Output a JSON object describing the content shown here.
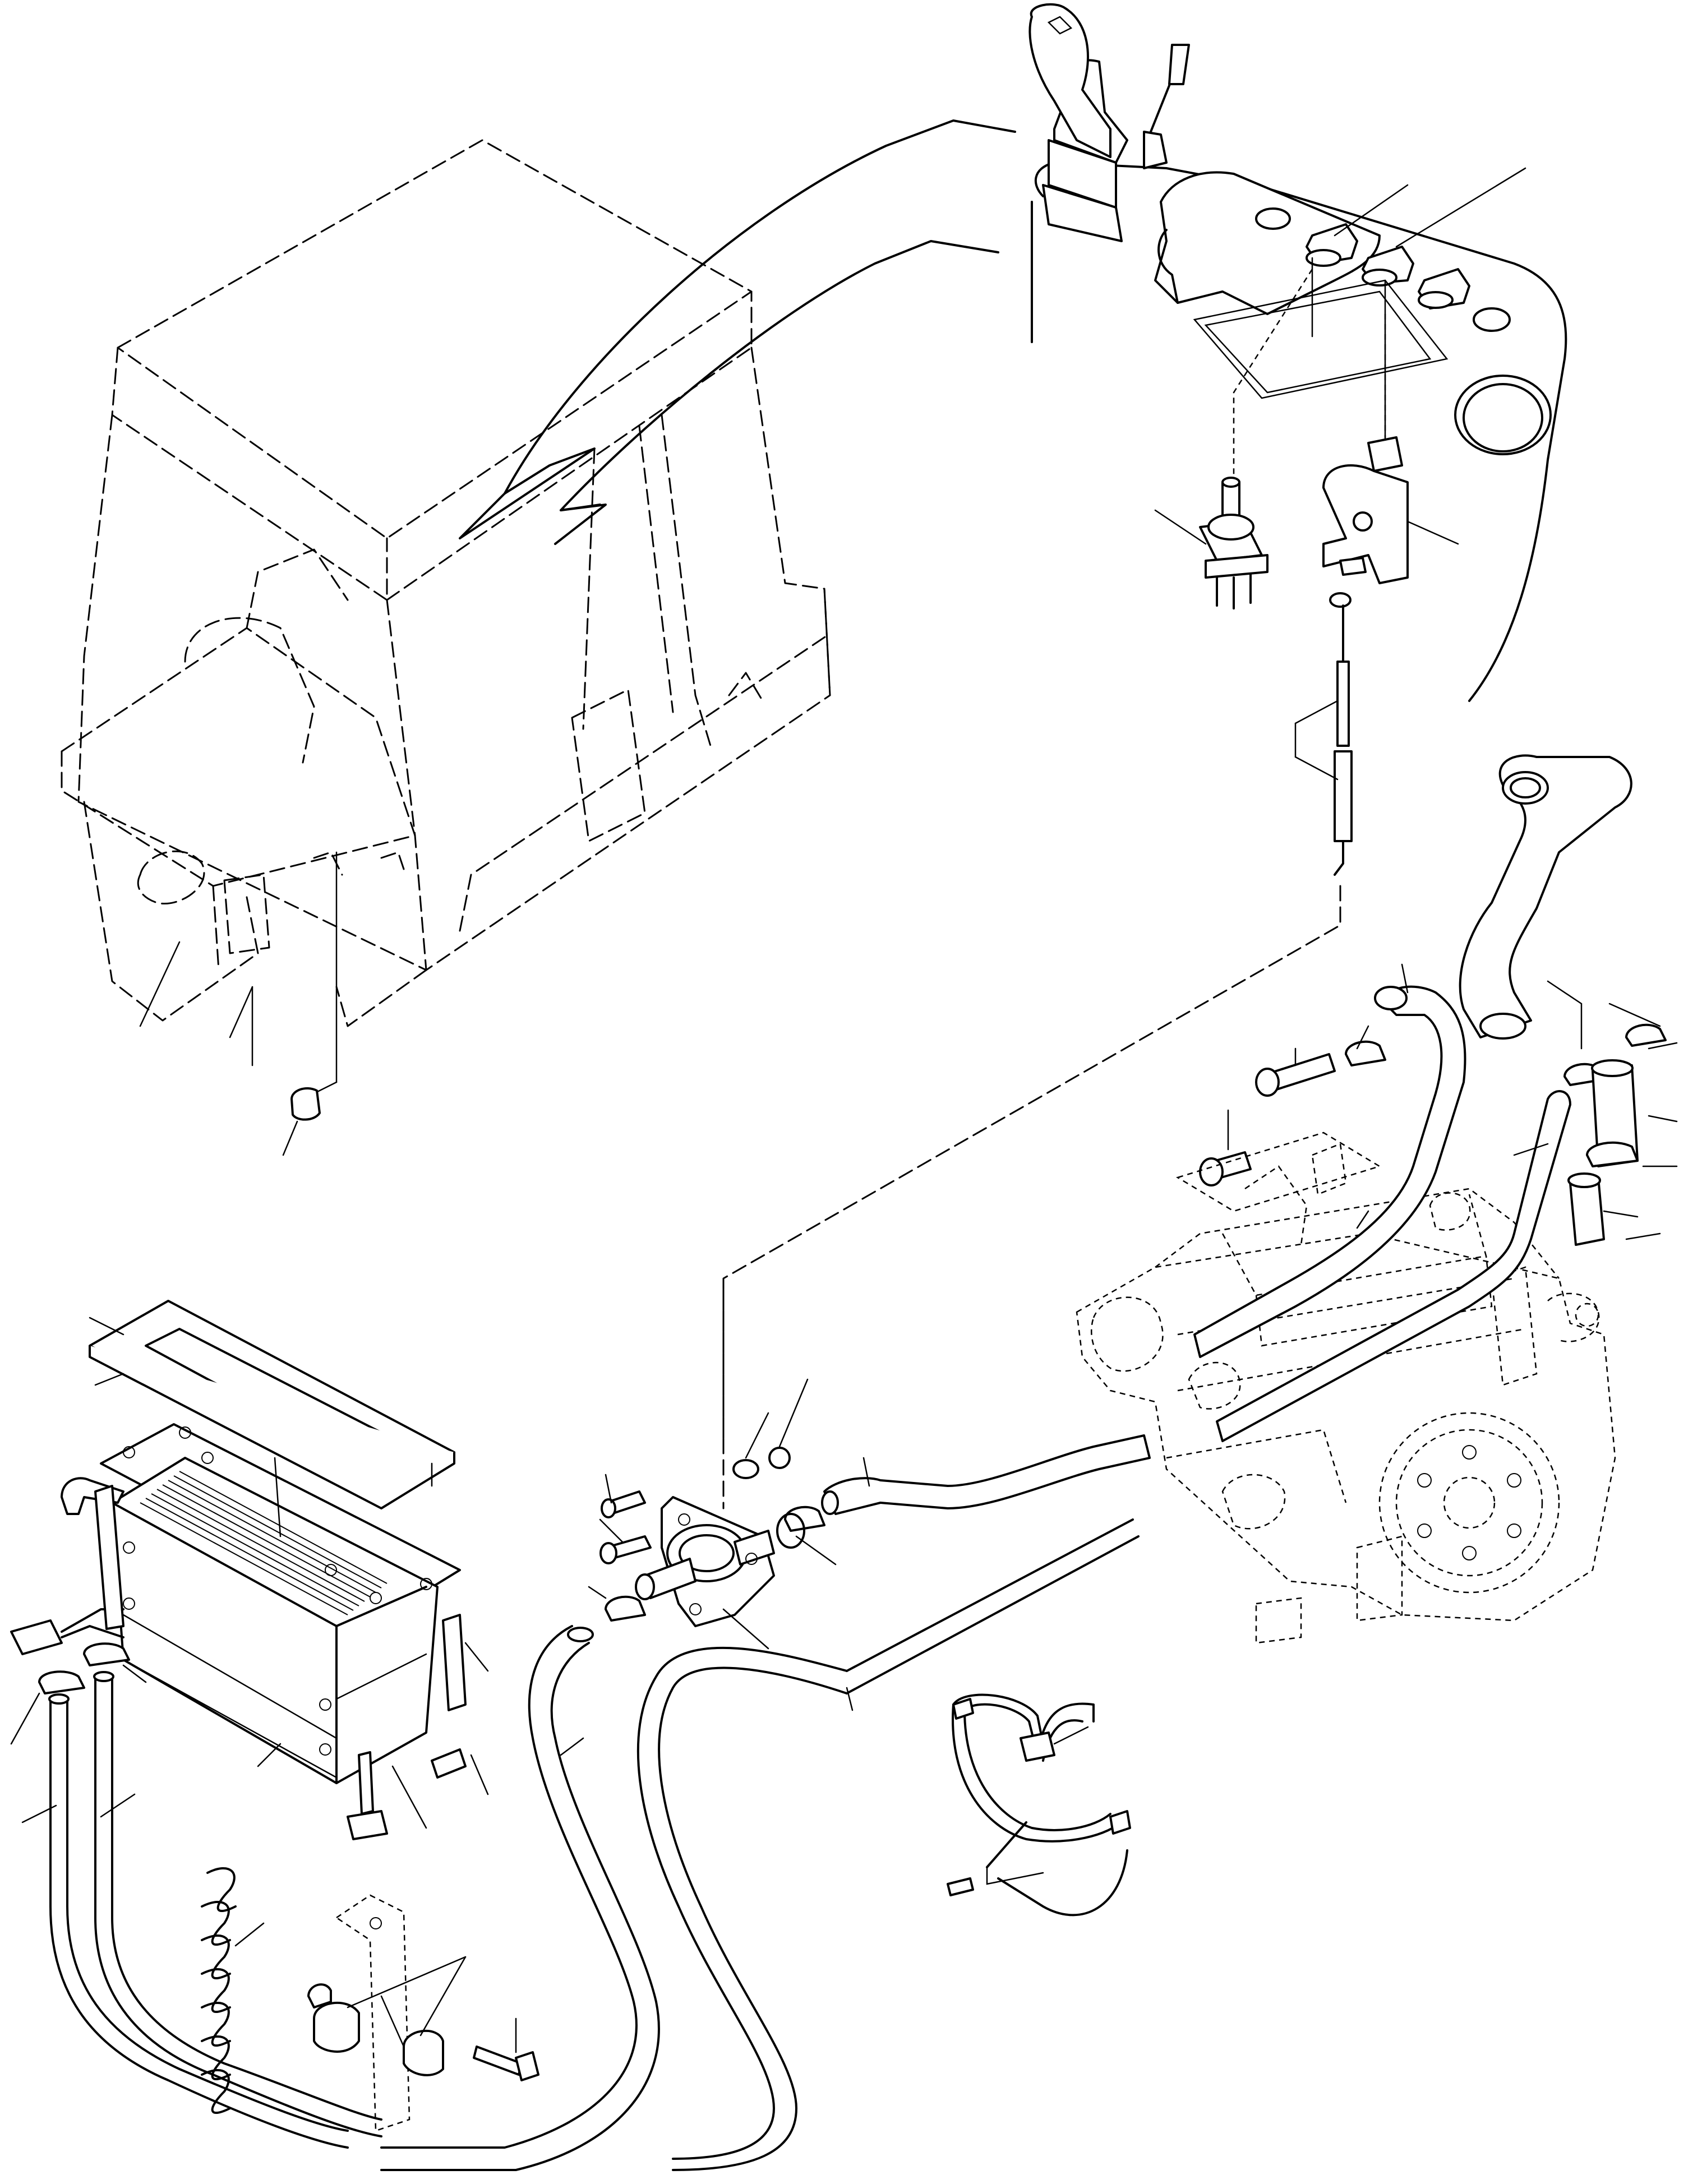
{
  "figure": {
    "kind": "exploded-parts-diagram",
    "labels": [],
    "line_color": "#000000",
    "background": "#ffffff"
  },
  "components": [
    "cab-outline",
    "joystick-control-console",
    "heater-switch",
    "water-valve-control",
    "control-cable",
    "engine",
    "heater-unit",
    "water-valve",
    "coolant-hoses",
    "hose-clamps",
    "cable-ties",
    "mounting-bracket"
  ]
}
